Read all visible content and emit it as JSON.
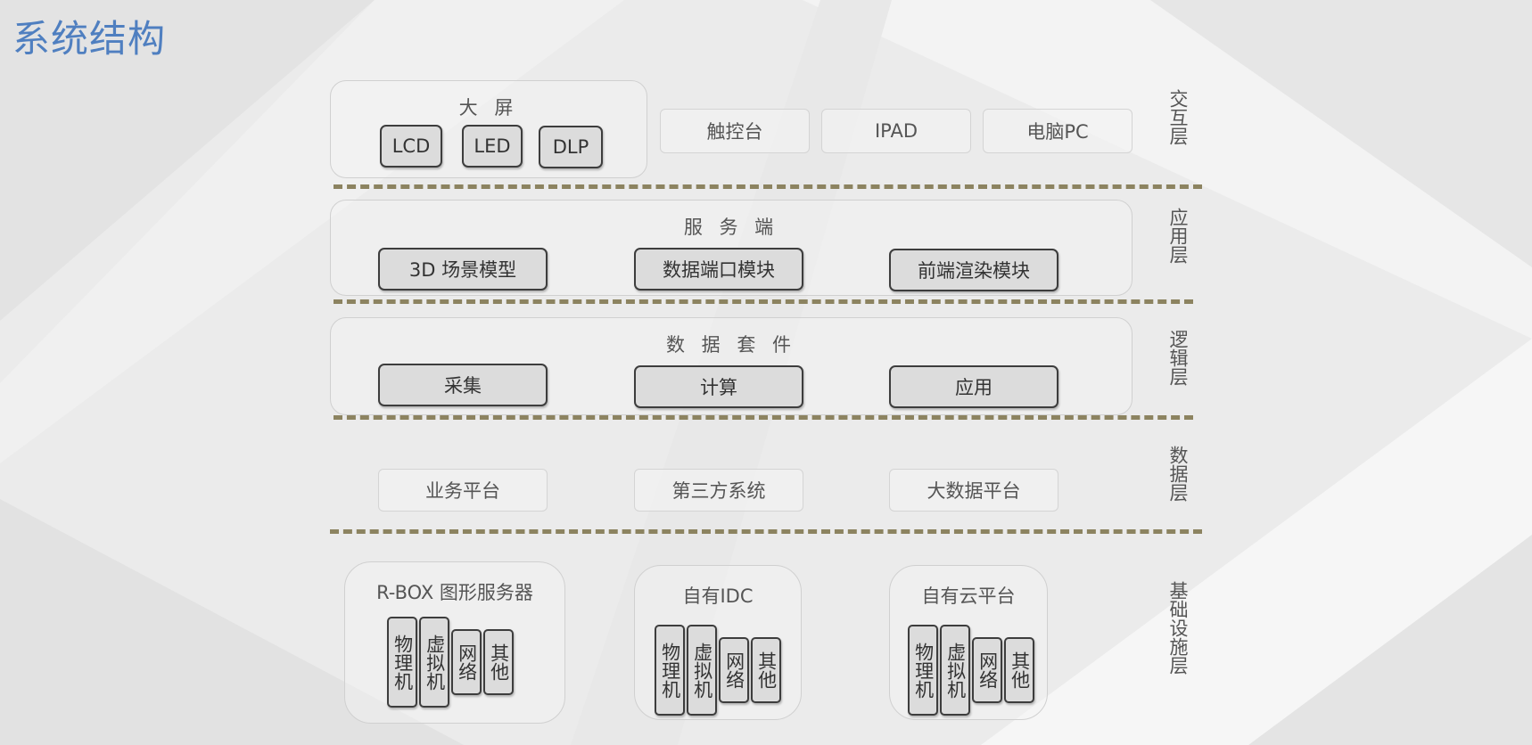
{
  "title": "系统结构",
  "layers": {
    "interaction": "交互层",
    "application": "应用层",
    "logic": "逻辑层",
    "data": "数据层",
    "infrastructure": "基础设施层"
  },
  "interaction": {
    "big_screen_title": "大 屏",
    "screens": [
      "LCD",
      "LED",
      "DLP"
    ],
    "devices": [
      "触控台",
      "IPAD",
      "电脑PC"
    ]
  },
  "application": {
    "title": "服 务 端",
    "modules": [
      "3D 场景模型",
      "数据端口模块",
      "前端渲染模块"
    ]
  },
  "logic": {
    "title": "数 据 套 件",
    "modules": [
      "采集",
      "计算",
      "应用"
    ]
  },
  "data": {
    "sources": [
      "业务平台",
      "第三方系统",
      "大数据平台"
    ]
  },
  "infrastructure": {
    "groups": [
      {
        "title": "R-BOX 图形服务器",
        "items": [
          "物理机",
          "虚拟机",
          "网络",
          "其他"
        ]
      },
      {
        "title": "自有IDC",
        "items": [
          "物理机",
          "虚拟机",
          "网络",
          "其他"
        ]
      },
      {
        "title": "自有云平台",
        "items": [
          "物理机",
          "虚拟机",
          "网络",
          "其他"
        ]
      }
    ]
  },
  "colors": {
    "title": "#4f7fc0",
    "divider": "#8c8360",
    "chip_fill": "#dcdcdc",
    "chip_border": "#3d3d3d"
  }
}
